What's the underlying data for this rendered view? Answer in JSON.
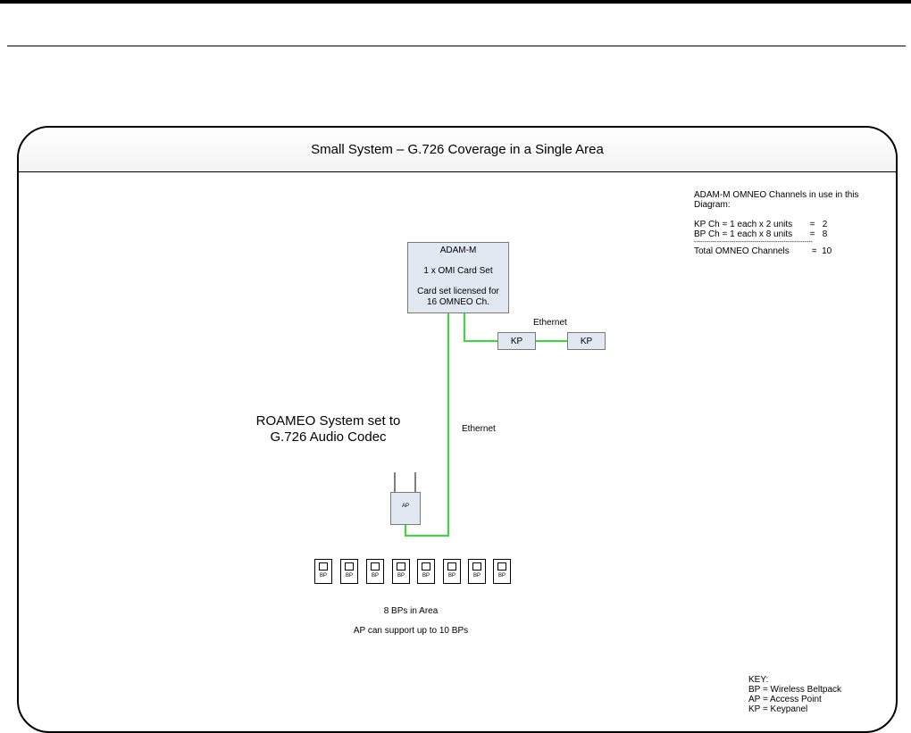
{
  "diagram": {
    "title": "Small System – G.726 Coverage in a Single Area",
    "adam": {
      "name": "ADAM-M",
      "card_set": "1 x OMI Card Set",
      "license_line1": "Card set licensed for",
      "license_line2": "16 OMNEO Ch."
    },
    "ethernet_label_kp": "Ethernet",
    "ethernet_label_ap": "Ethernet",
    "keypanels": [
      "KP",
      "KP"
    ],
    "roameo_line1": "ROAMEO System set to",
    "roameo_line2": "G.726 Audio Codec",
    "access_point": "AP",
    "beltpacks": [
      "BP",
      "BP",
      "BP",
      "BP",
      "BP",
      "BP",
      "BP",
      "BP"
    ],
    "bp_caption": "8 BPs in Area",
    "ap_caption": "AP can support up to 10 BPs",
    "channels": {
      "heading_line1": "ADAM-M OMNEO Channels in use in this",
      "heading_line2": "Diagram:",
      "kp_line": "KP Ch = 1 each x 2 units       =   2",
      "bp_line": "BP Ch = 1 each x 8 units       =   8",
      "divider": "---------------------------------------------------------",
      "total_line": "Total OMNEO Channels         =  10"
    },
    "key": {
      "heading": "KEY:",
      "bp": "BP = Wireless Beltpack",
      "ap": "AP = Access Point",
      "kp": "KP = Keypanel"
    },
    "colors": {
      "ethernet": "#33dd33",
      "box_fill": "#e1e8f2"
    }
  }
}
